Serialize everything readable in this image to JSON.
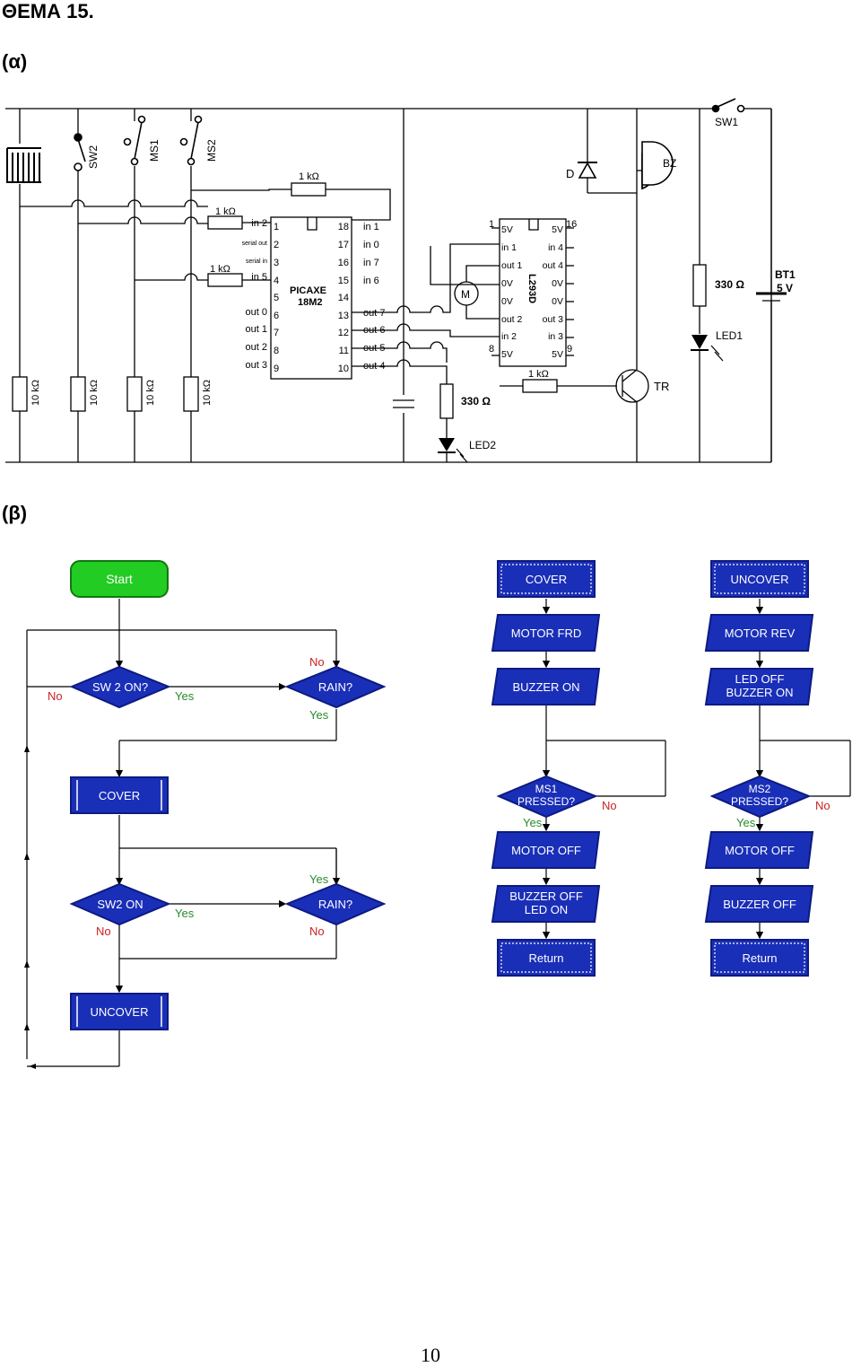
{
  "page": {
    "title": "ΘΕΜΑ 15.",
    "section_a": "(α)",
    "section_b": "(β)",
    "page_number": "10"
  },
  "circuit": {
    "sw1": "SW1",
    "sw2": "SW2",
    "ms1": "MS1",
    "ms2": "MS2",
    "bz": "BZ",
    "d": "D",
    "bt1": "BT1",
    "bt1_v": "5 V",
    "led1": "LED1",
    "led2": "LED2",
    "tr": "TR",
    "m": "M",
    "r_1k": "1 kΩ",
    "r_330": "330 Ω",
    "r_10k": "10 kΩ",
    "picaxe_name": "PICAXE",
    "picaxe_model": "18M2",
    "picaxe_left_pins": [
      "1",
      "2",
      "3",
      "4",
      "5",
      "6",
      "7",
      "8",
      "9"
    ],
    "picaxe_right_pins": [
      "18",
      "17",
      "16",
      "15",
      "14",
      "13",
      "12",
      "11",
      "10"
    ],
    "picaxe_left_labels": [
      "in 2",
      "serial out",
      "serial in",
      "in 5",
      "",
      "out 0",
      "out 1",
      "out 2",
      "out 3"
    ],
    "picaxe_right_labels": [
      "in 1",
      "in 0",
      "in 7",
      "in 6",
      "",
      "out 7",
      "out 6",
      "out 5",
      "out 4"
    ],
    "l293_name": "L293D",
    "l293_left": [
      "5V",
      "in 1",
      "out 1",
      "0V",
      "0V",
      "out 2",
      "in 2",
      "5V"
    ],
    "l293_right": [
      "5V",
      "in 4",
      "out 4",
      "0V",
      "0V",
      "out 3",
      "in 3",
      "5V"
    ],
    "l293_pin_tl": "1",
    "l293_pin_tr": "16",
    "l293_pin_bl": "8",
    "l293_pin_br": "9"
  },
  "flowchart": {
    "start": "Start",
    "sw2_on_q": "SW 2 ON?",
    "rain_q1": "RAIN?",
    "cover": "COVER",
    "sw2_on": "SW2 ON",
    "rain_q2": "RAIN?",
    "uncover": "UNCOVER",
    "yes": "Yes",
    "no": "No"
  },
  "sub_cover": {
    "title": "COVER",
    "s1": "MOTOR FRD",
    "s2": "BUZZER ON",
    "q": [
      "MS1",
      "PRESSED?"
    ],
    "s3": "MOTOR OFF",
    "s4": [
      "BUZZER OFF",
      "LED ON"
    ],
    "ret": "Return"
  },
  "sub_uncover": {
    "title": "UNCOVER",
    "s1": "MOTOR REV",
    "s2": [
      "LED OFF",
      "BUZZER ON"
    ],
    "q": [
      "MS2",
      "PRESSED?"
    ],
    "s3": "MOTOR OFF",
    "s4": "BUZZER OFF",
    "ret": "Return"
  },
  "colors": {
    "flow_blue": "#1a2fb8",
    "flow_blue_dark": "#0d1a80",
    "start_green": "#22cc22",
    "yes_green": "#2a8a2a",
    "no_red": "#cc2222",
    "wire": "#000000"
  }
}
